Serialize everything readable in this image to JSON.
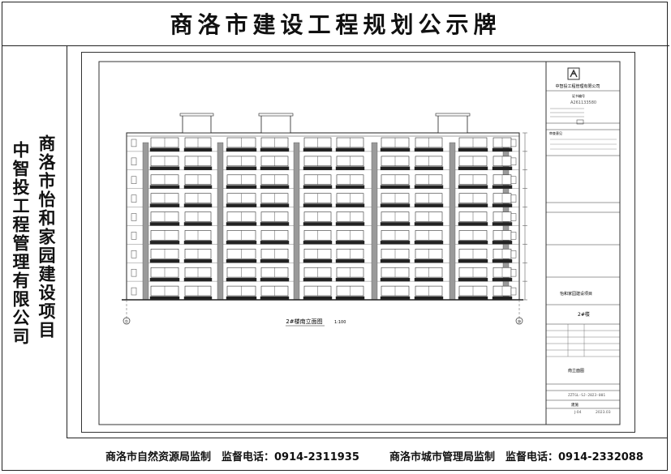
{
  "header": {
    "title": "商洛市建设工程规划公示牌"
  },
  "sidebar": {
    "project": "商洛市怡和家园建设项目",
    "company": "中智投工程管理有限公司"
  },
  "footer": {
    "left": "商洛市自然资源局监制　监督电话：0914-2311935",
    "right": "商洛市城市管理局监制　监督电话：0914-2332088"
  },
  "drawing": {
    "caption": "2#楼南立面图",
    "scale": "1:100",
    "axis_left": "①",
    "axis_right": "⑩",
    "title_block": {
      "company": "中智投工程管理有限公司",
      "cert_label": "证书编号",
      "cert_no": "A261133580",
      "approval": "审查意见",
      "project_name": "怡和家园建设项目",
      "drawing_name": "2#楼",
      "sheet_title": "南立面图",
      "drawing_no": "ZZTGL-SJ-2023-001",
      "sheet_no": "J-04",
      "date": "2023.03",
      "discipline": "建施"
    }
  }
}
